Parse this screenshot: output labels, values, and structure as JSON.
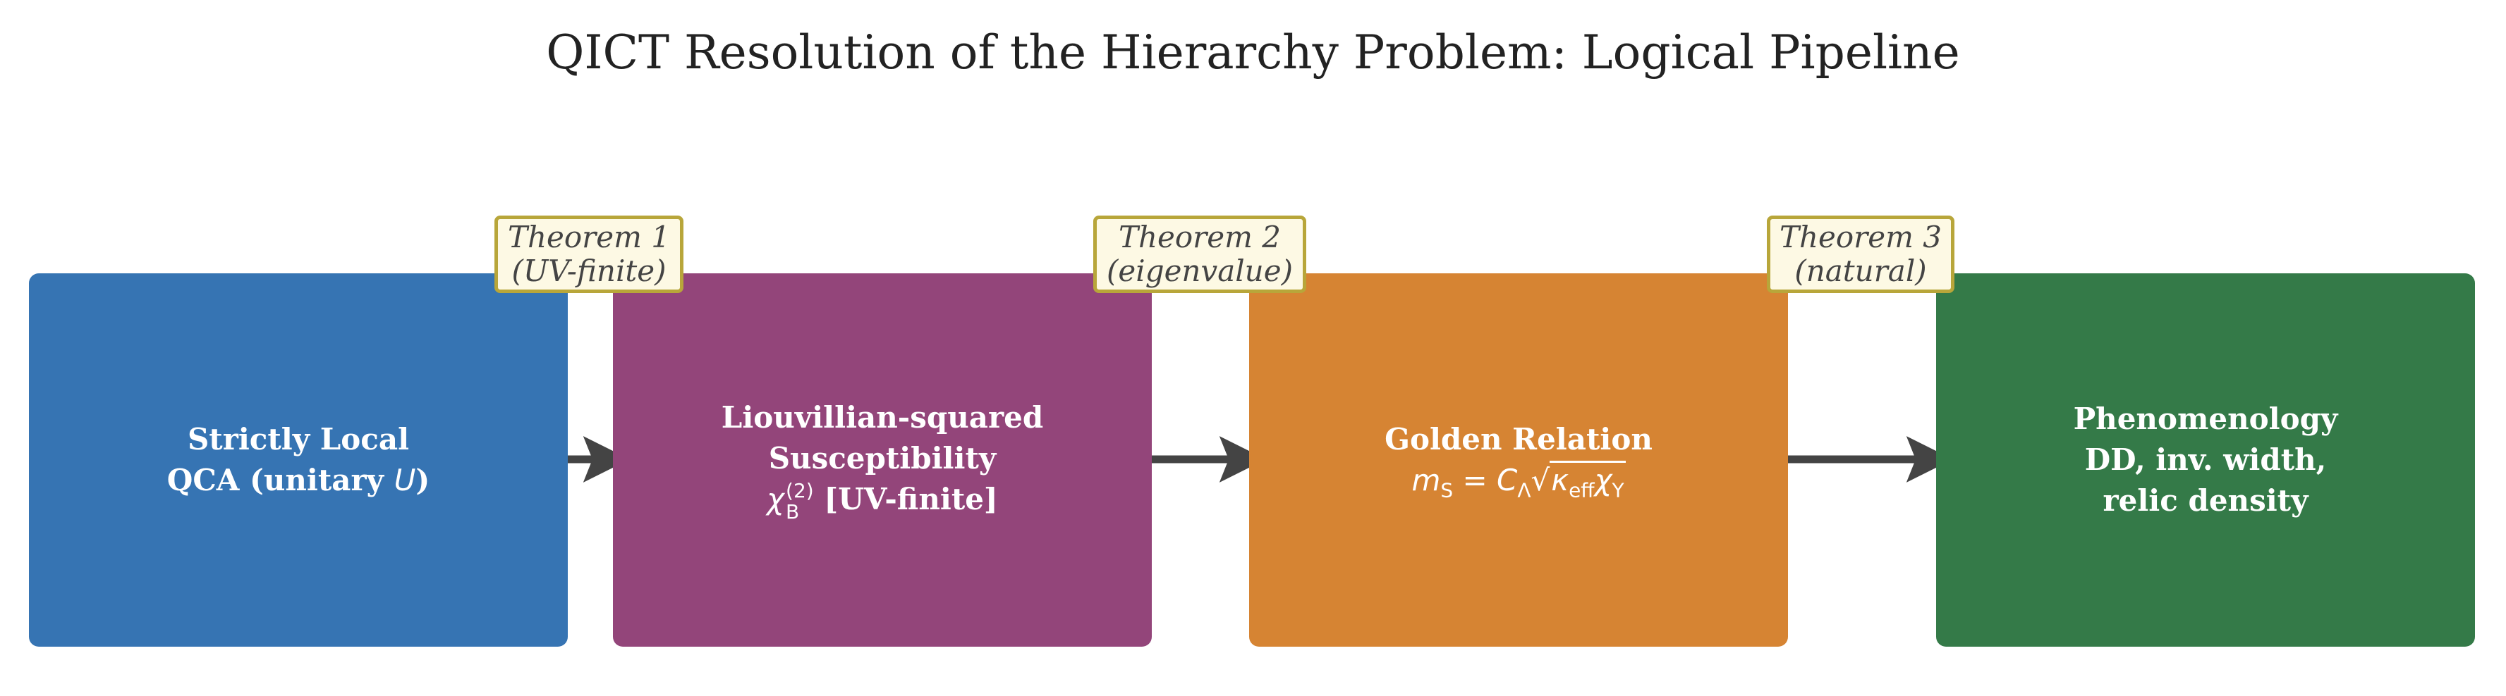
{
  "title": "QICT Resolution of the Hierarchy Problem: Logical Pipeline",
  "boxes": [
    {
      "line1": "Strictly Local",
      "line2_prefix": "QCA (unitary ",
      "line2_var": "U",
      "line2_suffix": ")",
      "color": "#3674b3"
    },
    {
      "line1": "Liouvillian-squared",
      "line2": "Susceptibility",
      "chi": "χ",
      "chi_sub": "B",
      "chi_sup": "(2)",
      "line3_suffix": " [UV-finite]",
      "color": "#93457a"
    },
    {
      "line1": "Golden Relation",
      "m": "m",
      "m_sub": "S",
      "eq": " = ",
      "c": "C",
      "c_sub": "Λ",
      "kappa": "κ",
      "kappa_sub": "eff",
      "chi": "χ",
      "chi_sub": "Y",
      "color": "#d68433"
    },
    {
      "line1": "Phenomenology",
      "line2": "DD, inv. width,",
      "line3": "relic density",
      "color": "#347a48"
    }
  ],
  "theorems": [
    {
      "line1": "Theorem 1",
      "line2": "(UV-finite)"
    },
    {
      "line1": "Theorem 2",
      "line2": "(eigenvalue)"
    },
    {
      "line1": "Theorem 3",
      "line2": "(natural)"
    }
  ],
  "colors": {
    "arrow": "#444444",
    "label_border": "#b8a63a",
    "label_fill": "#fdf9e4"
  }
}
